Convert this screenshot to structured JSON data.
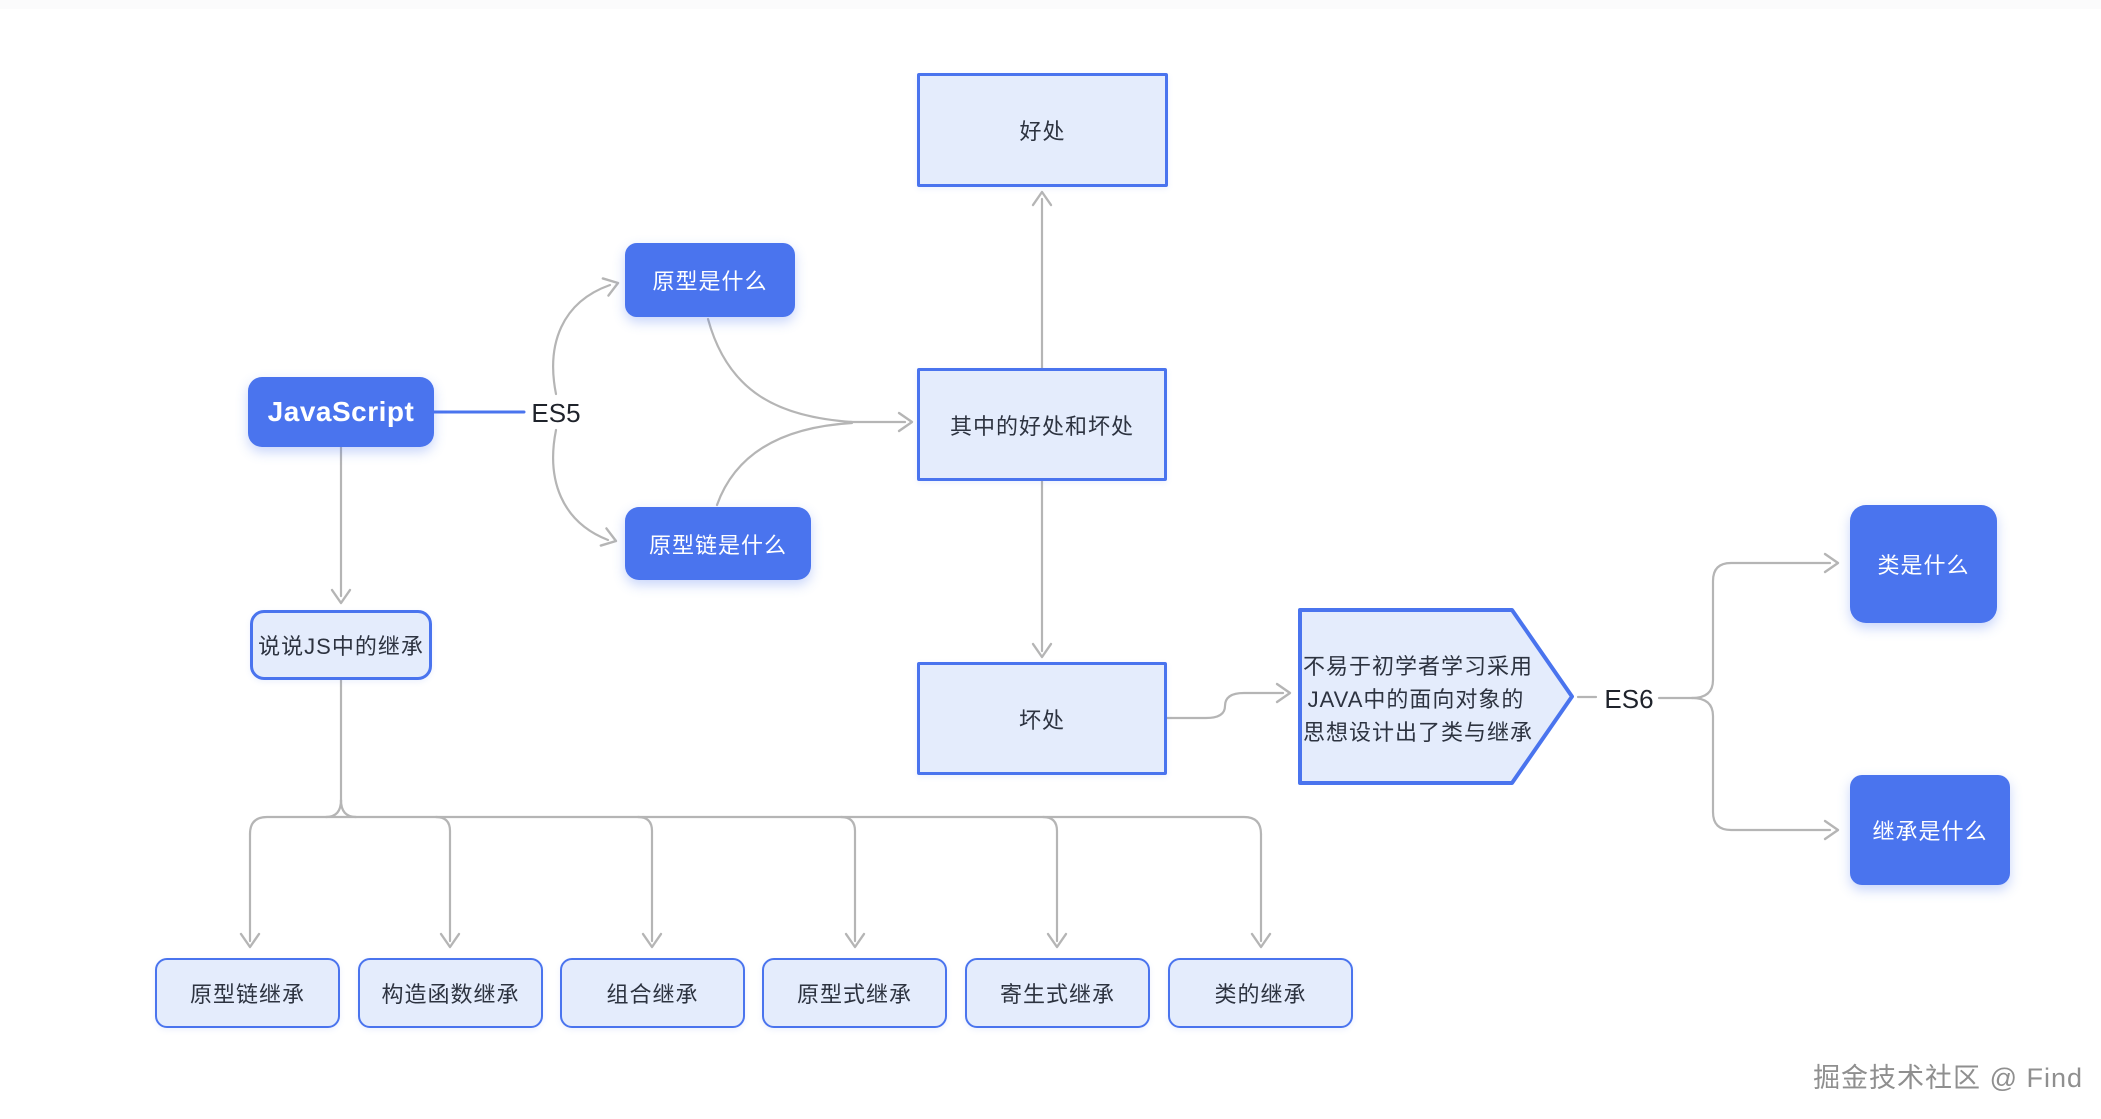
{
  "colors": {
    "accent_blue": "#4a74ee",
    "light_node_fill": "#e4ecfc",
    "connector_gray": "#b5b5b5",
    "dark_text": "#2d3340",
    "white_text": "#ffffff",
    "watermark_gray": "#8f8f8f"
  },
  "nodes": {
    "javascript": {
      "label": "JavaScript"
    },
    "prototype": {
      "label": "原型是什么"
    },
    "prototype_chain": {
      "label": "原型链是什么"
    },
    "benefit": {
      "label": "好处"
    },
    "pros_and_cons": {
      "label": "其中的好处和坏处"
    },
    "drawback": {
      "label": "坏处"
    },
    "js_inheritance": {
      "label": "说说JS中的继承"
    },
    "es6_note": {
      "lines": [
        "不易于初学者学习采用",
        "JAVA中的面向对象的",
        "思想设计出了类与继承"
      ]
    },
    "what_is_class": {
      "label": "类是什么"
    },
    "what_is_inheritance": {
      "label": "继承是什么"
    },
    "inheritance_types": [
      {
        "label": "原型链继承"
      },
      {
        "label": "构造函数继承"
      },
      {
        "label": "组合继承"
      },
      {
        "label": "原型式继承"
      },
      {
        "label": "寄生式继承"
      },
      {
        "label": "类的继承"
      }
    ]
  },
  "branch_labels": {
    "es5": "ES5",
    "es6": "ES6"
  },
  "watermark": "掘金技术社区 @ Find"
}
